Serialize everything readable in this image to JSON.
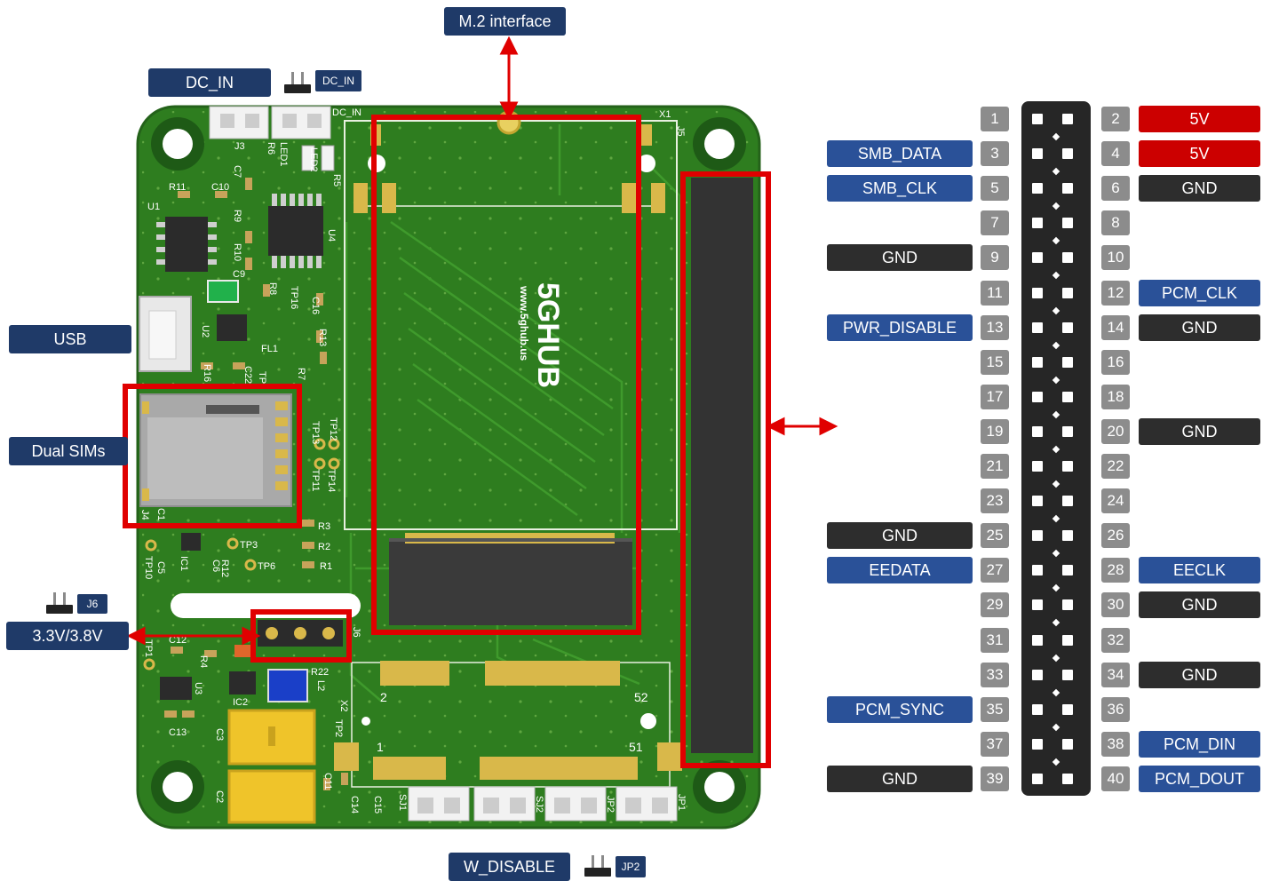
{
  "callouts": {
    "m2": "M.2 interface",
    "dc_in": "DC_IN",
    "dc_in_jumper": "DC_IN",
    "usb": "USB",
    "dual_sims": "Dual SIMs",
    "voltage": "3.3V/3.8V",
    "j6": "J6",
    "w_disable": "W_DISABLE",
    "jp2": "JP2"
  },
  "board": {
    "brand": "5GHUB",
    "url": "www.5ghub.us",
    "silk": {
      "dc_in": "DC_IN",
      "x1": "X1",
      "j5": "J5",
      "j3": "J3",
      "r6": "R6",
      "led1": "LED1",
      "led2": "LED2",
      "r5": "R5",
      "c7": "C7",
      "r11": "R11",
      "c10": "C10",
      "u1": "U1",
      "r9": "R9",
      "u4": "U4",
      "r10": "R10",
      "c9": "C9",
      "r8": "R8",
      "tp16": "TP16",
      "c16": "C16",
      "u2": "U2",
      "r13": "R13",
      "fl1": "FL1",
      "r16": "R16",
      "c22": "C22",
      "tp": "TP",
      "r7": "R7",
      "tp12": "TP12",
      "tp13": "TP13",
      "tp11": "TP11",
      "tp14": "TP14",
      "j4": "J4",
      "c1": "C1",
      "tp3": "TP3",
      "r3": "R3",
      "r2": "R2",
      "r1": "R1",
      "tp6": "TP6",
      "tp10": "TP10",
      "c5": "C5",
      "ic1": "IC1",
      "c6": "C6",
      "r12": "R12",
      "tp1": "TP1",
      "c12": "C12",
      "r4": "R4",
      "u3": "U3",
      "ic2": "IC2",
      "r22": "R22",
      "l2": "L2",
      "j6": "J6",
      "c13": "C13",
      "c3": "C3",
      "c2": "C2",
      "x2": "X2",
      "tp2": "TP2",
      "c11": "C11",
      "c14": "C14",
      "c15": "C15",
      "sj1": "SJ1",
      "sj2": "SJ2",
      "jp2": "JP2",
      "jp1": "JP1",
      "pin2": "2",
      "pin52": "52",
      "pin1": "1",
      "pin51": "51"
    }
  },
  "pinout": {
    "rows": [
      {
        "left_num": "1",
        "left_label": "",
        "left_color": "",
        "right_num": "2",
        "right_label": "5V",
        "right_color": "red"
      },
      {
        "left_num": "3",
        "left_label": "SMB_DATA",
        "left_color": "blue",
        "right_num": "4",
        "right_label": "5V",
        "right_color": "red"
      },
      {
        "left_num": "5",
        "left_label": "SMB_CLK",
        "left_color": "blue",
        "right_num": "6",
        "right_label": "GND",
        "right_color": "dark"
      },
      {
        "left_num": "7",
        "left_label": "",
        "left_color": "",
        "right_num": "8",
        "right_label": "",
        "right_color": ""
      },
      {
        "left_num": "9",
        "left_label": "GND",
        "left_color": "dark",
        "right_num": "10",
        "right_label": "",
        "right_color": ""
      },
      {
        "left_num": "11",
        "left_label": "",
        "left_color": "",
        "right_num": "12",
        "right_label": "PCM_CLK",
        "right_color": "blue"
      },
      {
        "left_num": "13",
        "left_label": "PWR_DISABLE",
        "left_color": "blue",
        "right_num": "14",
        "right_label": "GND",
        "right_color": "dark"
      },
      {
        "left_num": "15",
        "left_label": "",
        "left_color": "",
        "right_num": "16",
        "right_label": "",
        "right_color": ""
      },
      {
        "left_num": "17",
        "left_label": "",
        "left_color": "",
        "right_num": "18",
        "right_label": "",
        "right_color": ""
      },
      {
        "left_num": "19",
        "left_label": "",
        "left_color": "",
        "right_num": "20",
        "right_label": "GND",
        "right_color": "dark"
      },
      {
        "left_num": "21",
        "left_label": "",
        "left_color": "",
        "right_num": "22",
        "right_label": "",
        "right_color": ""
      },
      {
        "left_num": "23",
        "left_label": "",
        "left_color": "",
        "right_num": "24",
        "right_label": "",
        "right_color": ""
      },
      {
        "left_num": "25",
        "left_label": "GND",
        "left_color": "dark",
        "right_num": "26",
        "right_label": "",
        "right_color": ""
      },
      {
        "left_num": "27",
        "left_label": "EEDATA",
        "left_color": "blue",
        "right_num": "28",
        "right_label": "EECLK",
        "right_color": "blue"
      },
      {
        "left_num": "29",
        "left_label": "",
        "left_color": "",
        "right_num": "30",
        "right_label": "GND",
        "right_color": "dark"
      },
      {
        "left_num": "31",
        "left_label": "",
        "left_color": "",
        "right_num": "32",
        "right_label": "",
        "right_color": ""
      },
      {
        "left_num": "33",
        "left_label": "",
        "left_color": "",
        "right_num": "34",
        "right_label": "GND",
        "right_color": "dark"
      },
      {
        "left_num": "35",
        "left_label": "PCM_SYNC",
        "left_color": "blue",
        "right_num": "36",
        "right_label": "",
        "right_color": ""
      },
      {
        "left_num": "37",
        "left_label": "",
        "left_color": "",
        "right_num": "38",
        "right_label": "PCM_DIN",
        "right_color": "blue"
      },
      {
        "left_num": "39",
        "left_label": "GND",
        "left_color": "dark",
        "right_num": "40",
        "right_label": "PCM_DOUT",
        "right_color": "blue"
      }
    ]
  },
  "colors": {
    "callout_navy": "#1f3a68",
    "label_blue": "#2a5198",
    "label_red": "#cc0000",
    "label_dark": "#2d2d2d",
    "pin_gray": "#8c8c8c",
    "pcb_green": "#2f7a1f",
    "highlight_red": "#e00000"
  }
}
